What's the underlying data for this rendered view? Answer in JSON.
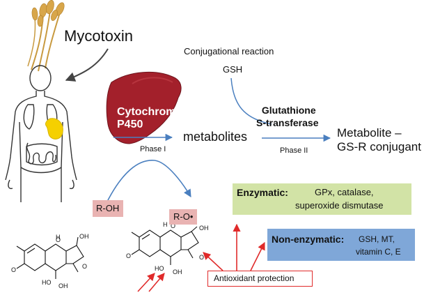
{
  "labels": {
    "mycotoxin": "Mycotoxin",
    "conjugational_reaction": "Conjugational reaction",
    "gsh": "GSH",
    "cytochrome_line1": "Cytochrome",
    "cytochrome_line2": "P450",
    "phase1": "Phase I",
    "metabolites": "metabolites",
    "gst_line1": "Glutathione",
    "gst_line2": "S-transferase",
    "phase2": "Phase II",
    "metabolite_line1": "Metabolite –",
    "metabolite_line2": "GS-R conjugant",
    "r_oh": "R-OH",
    "r_o_radical": "R-O•",
    "antioxidant": "Antioxidant protection"
  },
  "enzymatic": {
    "title": "Enzymatic:",
    "line1": "GPx, catalase,",
    "line2": "superoxide dismutase"
  },
  "non_enzymatic": {
    "title": "Non-enzymatic:",
    "line1": "GSH, MT,",
    "line2": "vitamin C, E"
  },
  "molecule_labels": {
    "oh": "OH",
    "o": "O",
    "ho": "HO",
    "h": "H"
  },
  "colors": {
    "blue_arrow": "#4a7fbf",
    "red_arrow": "#e02a2a",
    "liver": "#a3202b",
    "enzymatic_bg": "#d2e3a6",
    "non_enzymatic_bg": "#7fa7d8",
    "r_box_bg": "#e9b3b2",
    "stomach": "#f5d000",
    "grain": "#d8a64a"
  },
  "icons": [
    "wheat-icon",
    "human-body-icon",
    "liver-icon",
    "molecule-icon"
  ]
}
